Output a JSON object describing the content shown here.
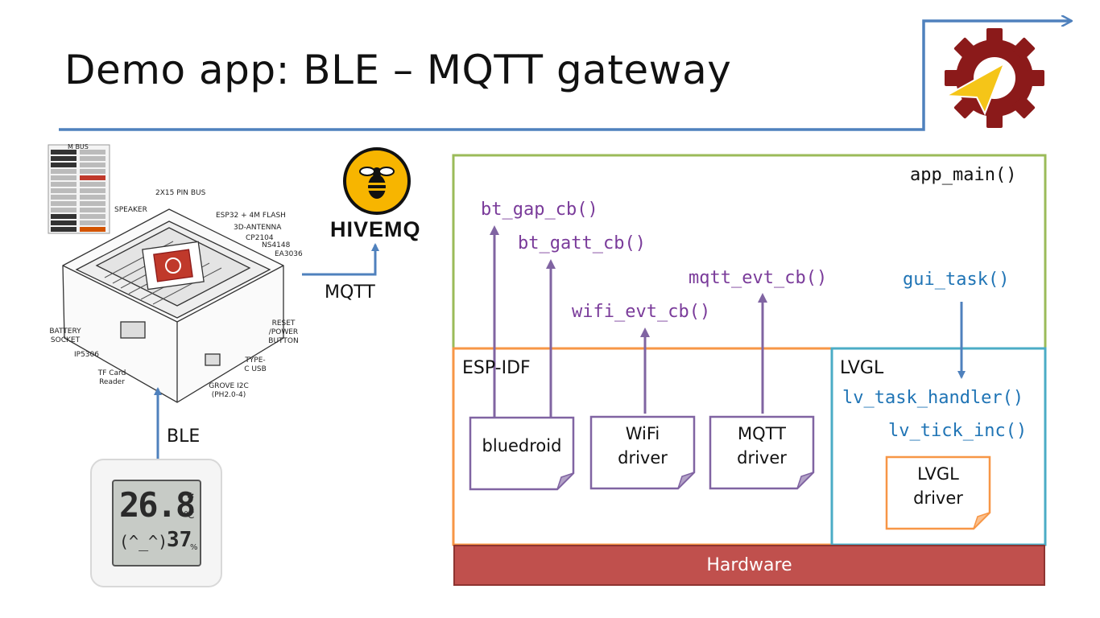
{
  "title": "Demo app: BLE – MQTT gateway",
  "colors": {
    "accent_line": "#4f81bd",
    "app_layer": "#9bbb59",
    "esp_idf_layer": "#f79646",
    "lvgl_layer": "#4bacc6",
    "callback_text": "#7a3b9a",
    "gui_text": "#1f74b5",
    "driver_box_border": "#8064a2",
    "lvgl_driver_border": "#f79646",
    "hardware": "#c0504d",
    "logo_gear": "#8b1a1a",
    "logo_arrow": "#f5c518"
  },
  "icons": {
    "logo": "gear-icon",
    "hivemq": "hivemq-bee-icon",
    "board": "m5stack-board-illustration",
    "sensor": "thermometer-hygrometer-device"
  },
  "hivemq": {
    "label": "HIVEMQ"
  },
  "connections": {
    "mqtt": "MQTT",
    "ble": "BLE"
  },
  "board_labels": {
    "m_bus": "M BUS",
    "pin_bus": "2X15 PIN BUS",
    "speaker": "SPEAKER",
    "flash": "ESP32 + 4M FLASH",
    "antenna": "3D-ANTENNA",
    "cp2104": "CP2104",
    "ns4148": "NS4148",
    "ea3036": "EA3036",
    "battery_socket": "BATTERY SOCKET",
    "ip5306": "IP5306",
    "tf_card": "TF Card Reader",
    "reset": "RESET /POWER BUTTON",
    "type_c": "TYPE-C USB",
    "grove": "GROVE I2C (PH2.0-4)"
  },
  "sensor": {
    "temperature": "26.8",
    "unit": "℃",
    "face": "(^_^)",
    "humidity": "37",
    "humidity_unit": "%"
  },
  "layers": {
    "app": "app_main()",
    "esp_idf": "ESP-IDF",
    "lvgl": "LVGL",
    "hardware": "Hardware"
  },
  "callbacks": {
    "bt_gap": "bt_gap_cb()",
    "bt_gatt": "bt_gatt_cb()",
    "wifi_evt": "wifi_evt_cb()",
    "mqtt_evt": "mqtt_evt_cb()",
    "gui_task": "gui_task()",
    "lv_task_handler": "lv_task_handler()",
    "lv_tick_inc": "lv_tick_inc()"
  },
  "drivers": {
    "bluedroid": "bluedroid",
    "wifi": [
      "WiFi",
      "driver"
    ],
    "mqtt": [
      "MQTT",
      "driver"
    ],
    "lvgl": [
      "LVGL",
      "driver"
    ]
  }
}
